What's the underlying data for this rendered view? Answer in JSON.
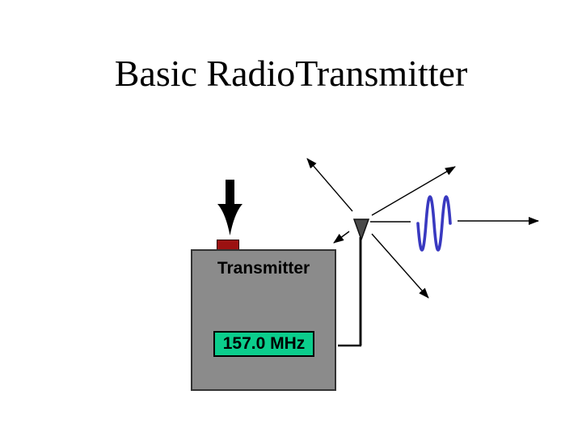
{
  "slide": {
    "title": "Basic RadioTransmitter",
    "background_color": "#ffffff",
    "title_color": "#000000"
  },
  "transmitter": {
    "label": "Transmitter",
    "frequency_display": "157.0 MHz",
    "colors": {
      "body": "#8b8b8b",
      "body_border": "#333333",
      "display_fill": "#0bcd8c",
      "display_border": "#000000",
      "power_button": "#9c1111"
    }
  },
  "antenna": {
    "icon": "antenna-icon",
    "head_color": "#4a4a4a",
    "mast_color": "#111111"
  },
  "signal": {
    "wave_icon": "sine-wave-icon",
    "wave_color": "#3939c0",
    "radiation_arrow_count": 5,
    "arrow_color": "#000000"
  },
  "input": {
    "icon": "down-arrow-icon",
    "arrow_color": "#000000"
  }
}
